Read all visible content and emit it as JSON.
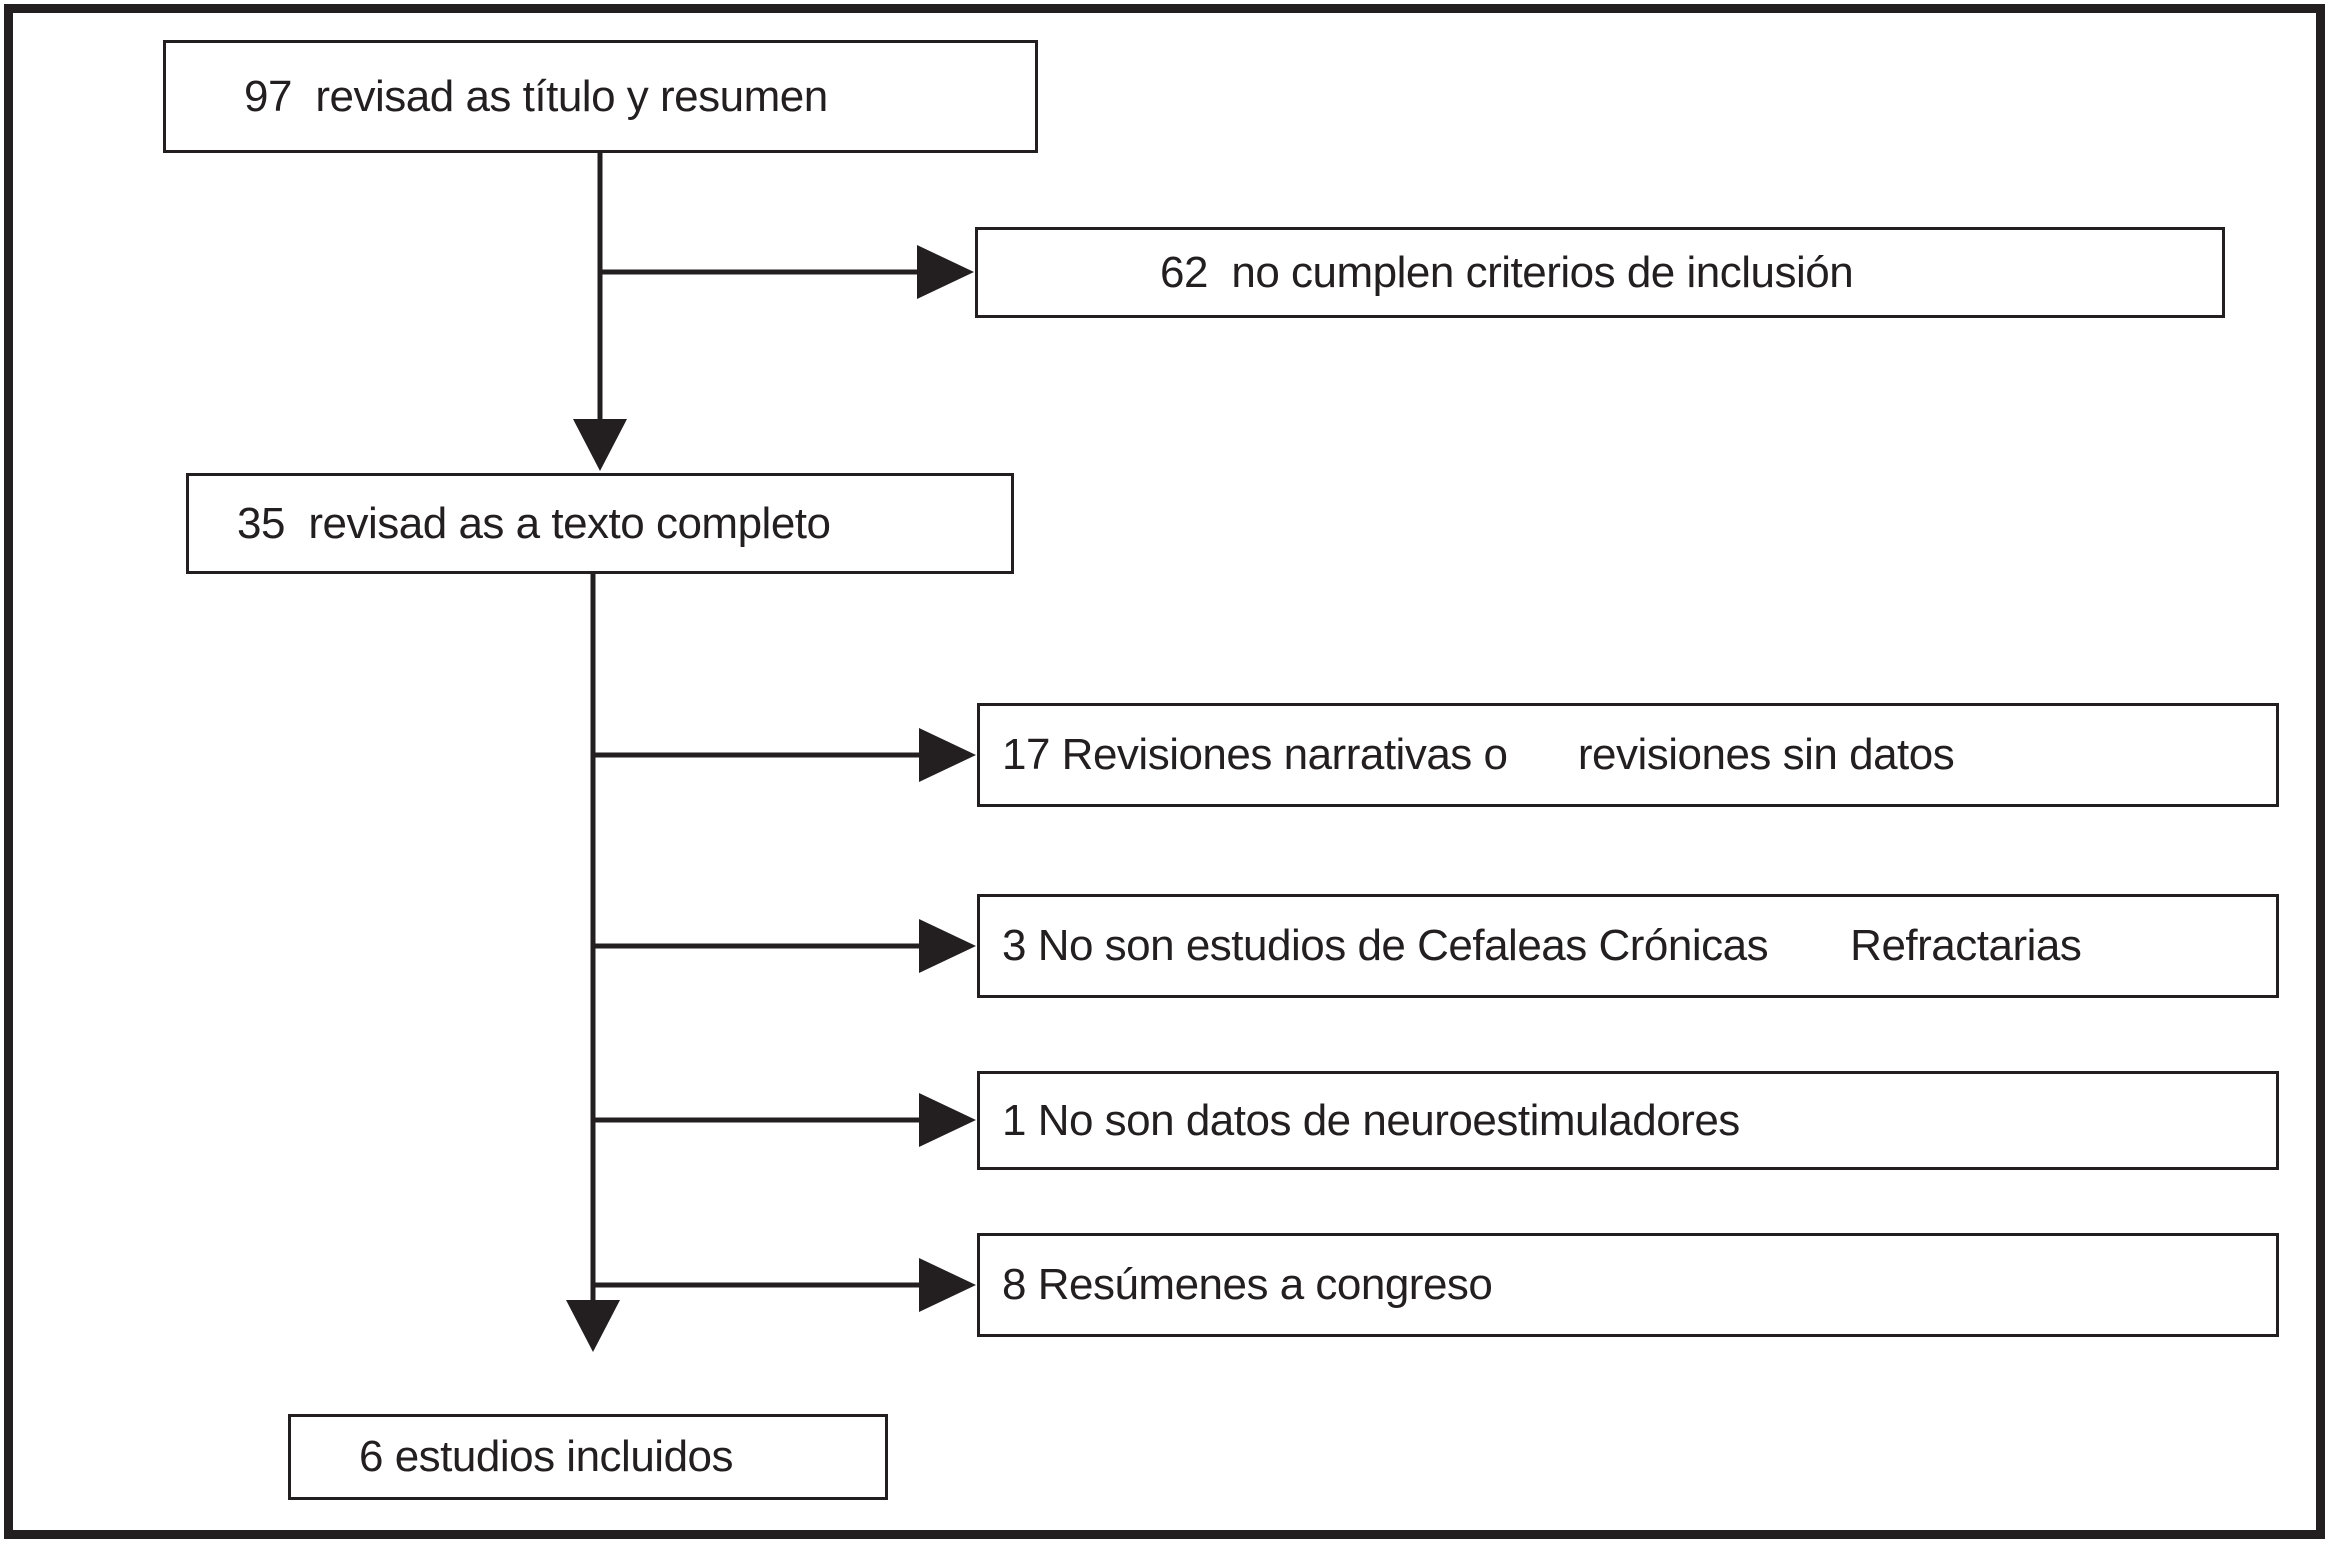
{
  "diagram": {
    "type": "flowchart",
    "nodes": {
      "screened": {
        "count": 97,
        "label": "97  revisad as título y resumen"
      },
      "excluded_title": {
        "count": 62,
        "label": "62  no cumplen criterios de inclusión"
      },
      "fulltext": {
        "count": 35,
        "label": "35  revisad as a texto completo"
      },
      "excluded_narrative": {
        "count": 17,
        "label": "17 Revisiones narrativas o      revisiones sin datos"
      },
      "excluded_notcch": {
        "count": 3,
        "label": "3 No son estudios de Cefaleas Crónicas       Refractarias"
      },
      "excluded_notneuro": {
        "count": 1,
        "label": "1 No son datos de neuroestimuladores"
      },
      "excluded_congress": {
        "count": 8,
        "label": "8 Resúmenes a congreso"
      },
      "included": {
        "count": 6,
        "label": "6 estudios incluidos"
      }
    },
    "edges": [
      {
        "from": "screened",
        "to": "fulltext"
      },
      {
        "from": "screened",
        "to": "excluded_title"
      },
      {
        "from": "fulltext",
        "to": "excluded_narrative"
      },
      {
        "from": "fulltext",
        "to": "excluded_notcch"
      },
      {
        "from": "fulltext",
        "to": "excluded_notneuro"
      },
      {
        "from": "fulltext",
        "to": "excluded_congress"
      },
      {
        "from": "fulltext",
        "to": "included"
      }
    ],
    "colors": {
      "ink": "#231f20",
      "background": "#ffffff"
    }
  }
}
